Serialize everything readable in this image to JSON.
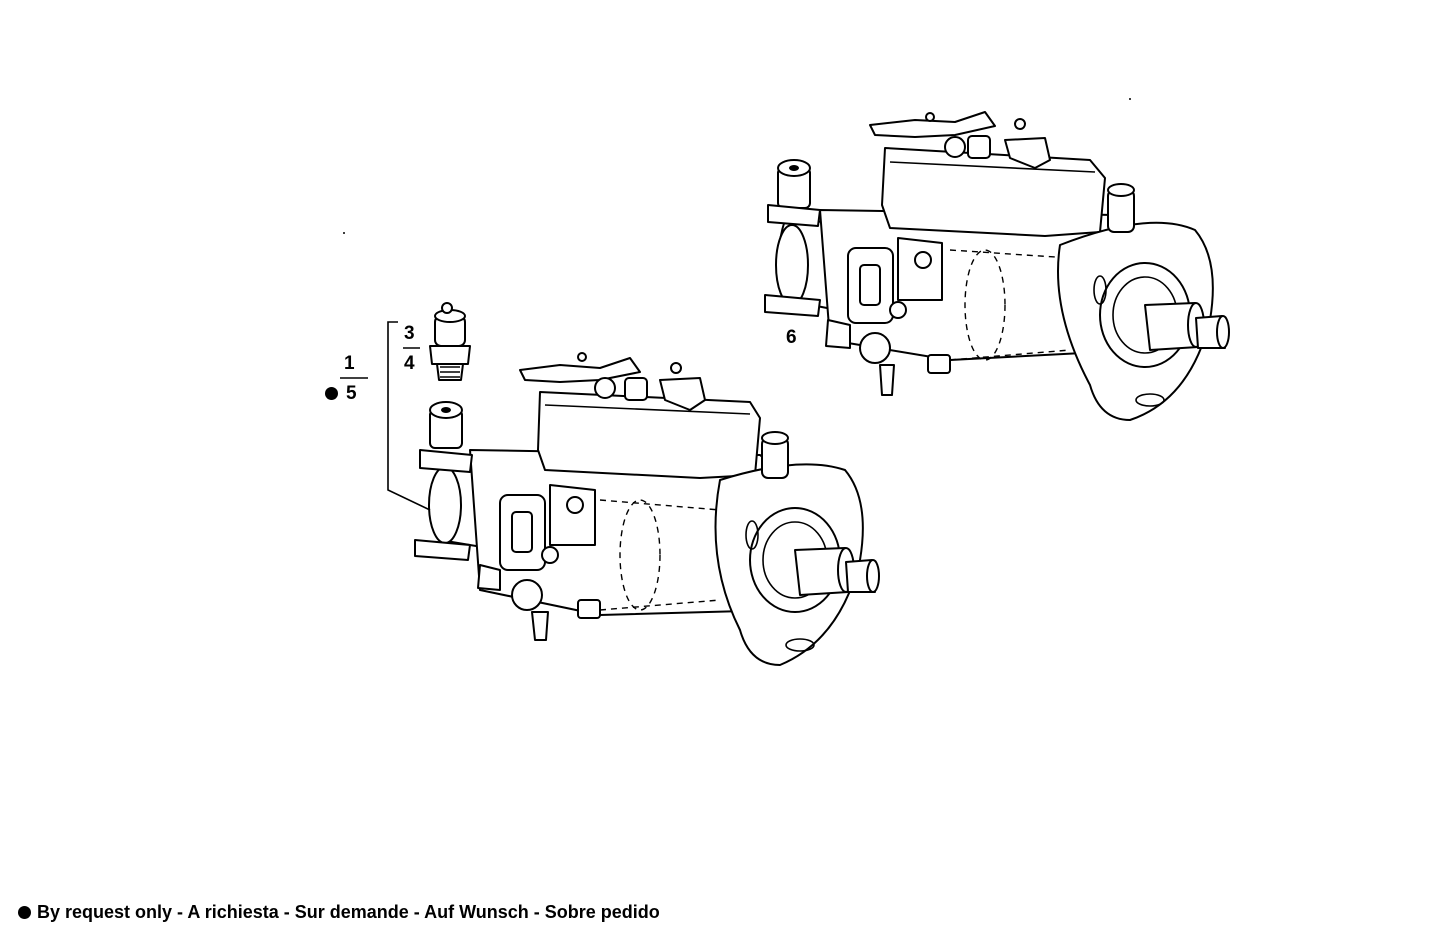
{
  "labels": {
    "callout_1": "1",
    "callout_3": "3",
    "callout_4": "4",
    "callout_5": "5",
    "callout_6": "6"
  },
  "footer": {
    "note": "By request only - A richiesta - Sur demande - Auf Wunsch - Sobre pedido"
  },
  "icons": {
    "bullet": "filled-circle"
  },
  "colors": {
    "ink": "#000000",
    "paper": "#ffffff"
  }
}
